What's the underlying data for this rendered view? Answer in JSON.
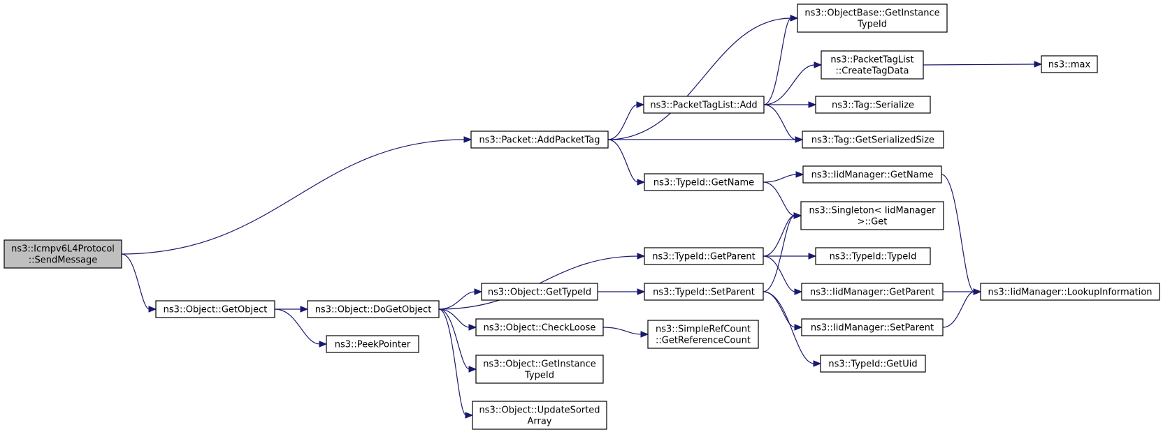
{
  "colors": {
    "edge": "#191970",
    "root_fill": "#bfbfbf",
    "node_fill": "#ffffff",
    "node_border": "#000000"
  },
  "nodes": [
    {
      "id": "send",
      "lines": [
        "ns3::Icmpv6L4Protocol",
        "::SendMessage"
      ],
      "root": true
    },
    {
      "id": "addtag",
      "lines": [
        "ns3::Packet::AddPacketTag"
      ]
    },
    {
      "id": "getobject",
      "lines": [
        "ns3::Object::GetObject"
      ]
    },
    {
      "id": "dogetobject",
      "lines": [
        "ns3::Object::DoGetObject"
      ]
    },
    {
      "id": "peek",
      "lines": [
        "ns3::PeekPointer"
      ]
    },
    {
      "id": "taglistadd",
      "lines": [
        "ns3::PacketTagList::Add"
      ]
    },
    {
      "id": "tidgetname",
      "lines": [
        "ns3::TypeId::GetName"
      ]
    },
    {
      "id": "tidgetparent",
      "lines": [
        "ns3::TypeId::GetParent"
      ]
    },
    {
      "id": "objgettid",
      "lines": [
        "ns3::Object::GetTypeId"
      ]
    },
    {
      "id": "checkloose",
      "lines": [
        "ns3::Object::CheckLoose"
      ]
    },
    {
      "id": "objgetinst",
      "lines": [
        "ns3::Object::GetInstance",
        "TypeId"
      ]
    },
    {
      "id": "updsorted",
      "lines": [
        "ns3::Object::UpdateSorted",
        "Array"
      ]
    },
    {
      "id": "tidsetparent",
      "lines": [
        "ns3::TypeId::SetParent"
      ]
    },
    {
      "id": "refcount",
      "lines": [
        "ns3::SimpleRefCount",
        "::GetReferenceCount"
      ]
    },
    {
      "id": "obgetinst",
      "lines": [
        "ns3::ObjectBase::GetInstance",
        "TypeId"
      ]
    },
    {
      "id": "createtag",
      "lines": [
        "ns3::PacketTagList",
        "::CreateTagData"
      ]
    },
    {
      "id": "tagser",
      "lines": [
        "ns3::Tag::Serialize"
      ]
    },
    {
      "id": "taggetsize",
      "lines": [
        "ns3::Tag::GetSerializedSize"
      ]
    },
    {
      "id": "iidgetname",
      "lines": [
        "ns3::IidManager::GetName"
      ]
    },
    {
      "id": "singleton",
      "lines": [
        "ns3::Singleton< IidManager",
        ">::Get"
      ]
    },
    {
      "id": "tidtypeid",
      "lines": [
        "ns3::TypeId::TypeId"
      ]
    },
    {
      "id": "iidgetparent",
      "lines": [
        "ns3::IidManager::GetParent"
      ]
    },
    {
      "id": "iidsetparent",
      "lines": [
        "ns3::IidManager::SetParent"
      ]
    },
    {
      "id": "tidgetuid",
      "lines": [
        "ns3::TypeId::GetUid"
      ]
    },
    {
      "id": "max",
      "lines": [
        "ns3::max"
      ]
    },
    {
      "id": "lookup",
      "lines": [
        "ns3::IidManager::LookupInformation"
      ]
    }
  ],
  "edges": [
    [
      "send",
      "addtag"
    ],
    [
      "send",
      "getobject"
    ],
    [
      "addtag",
      "obgetinst"
    ],
    [
      "addtag",
      "taglistadd"
    ],
    [
      "addtag",
      "taggetsize"
    ],
    [
      "addtag",
      "tidgetname"
    ],
    [
      "taglistadd",
      "obgetinst"
    ],
    [
      "taglistadd",
      "createtag"
    ],
    [
      "taglistadd",
      "tagser"
    ],
    [
      "taglistadd",
      "taggetsize"
    ],
    [
      "createtag",
      "max"
    ],
    [
      "tidgetname",
      "iidgetname"
    ],
    [
      "tidgetname",
      "singleton"
    ],
    [
      "iidgetname",
      "lookup"
    ],
    [
      "getobject",
      "dogetobject"
    ],
    [
      "getobject",
      "peek"
    ],
    [
      "dogetobject",
      "tidgetparent"
    ],
    [
      "dogetobject",
      "objgettid"
    ],
    [
      "dogetobject",
      "checkloose"
    ],
    [
      "dogetobject",
      "objgetinst"
    ],
    [
      "dogetobject",
      "updsorted"
    ],
    [
      "tidgetparent",
      "singleton"
    ],
    [
      "tidgetparent",
      "tidtypeid"
    ],
    [
      "tidgetparent",
      "iidgetparent"
    ],
    [
      "objgettid",
      "tidsetparent"
    ],
    [
      "tidsetparent",
      "singleton"
    ],
    [
      "tidsetparent",
      "iidsetparent"
    ],
    [
      "tidsetparent",
      "tidgetuid"
    ],
    [
      "iidgetparent",
      "lookup"
    ],
    [
      "iidsetparent",
      "lookup"
    ],
    [
      "checkloose",
      "refcount"
    ]
  ]
}
